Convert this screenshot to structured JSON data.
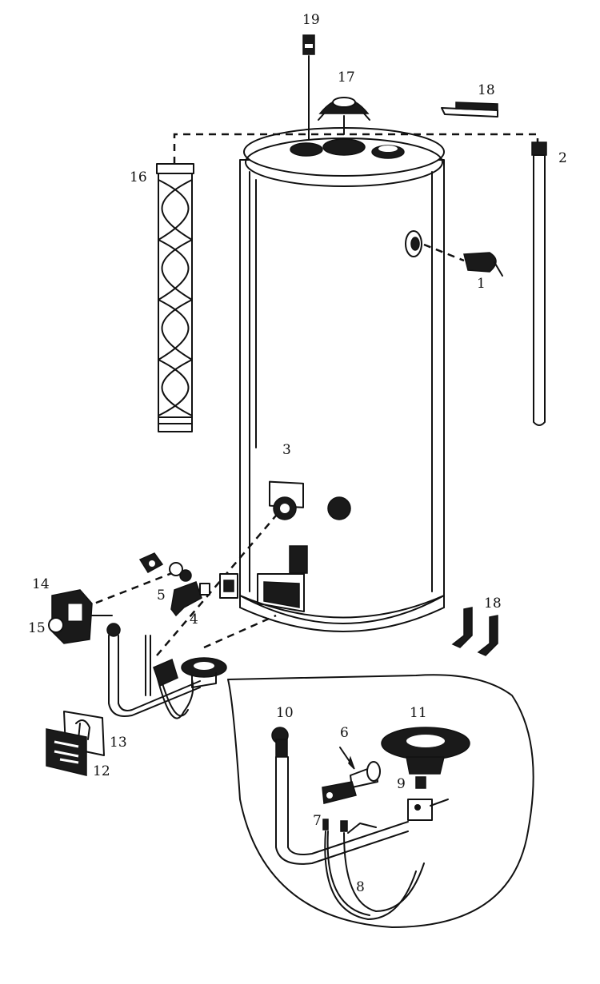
{
  "labels": {
    "p1": "1",
    "p2": "2",
    "p3": "3",
    "p4": "4",
    "p5": "5",
    "p6": "6",
    "p7": "7",
    "p8": "8",
    "p9": "9",
    "p10": "10",
    "p11": "11",
    "p12": "12",
    "p13": "13",
    "p14": "14",
    "p15": "15",
    "p16": "16",
    "p17": "17",
    "p18a": "18",
    "p18b": "18",
    "p19": "19"
  }
}
